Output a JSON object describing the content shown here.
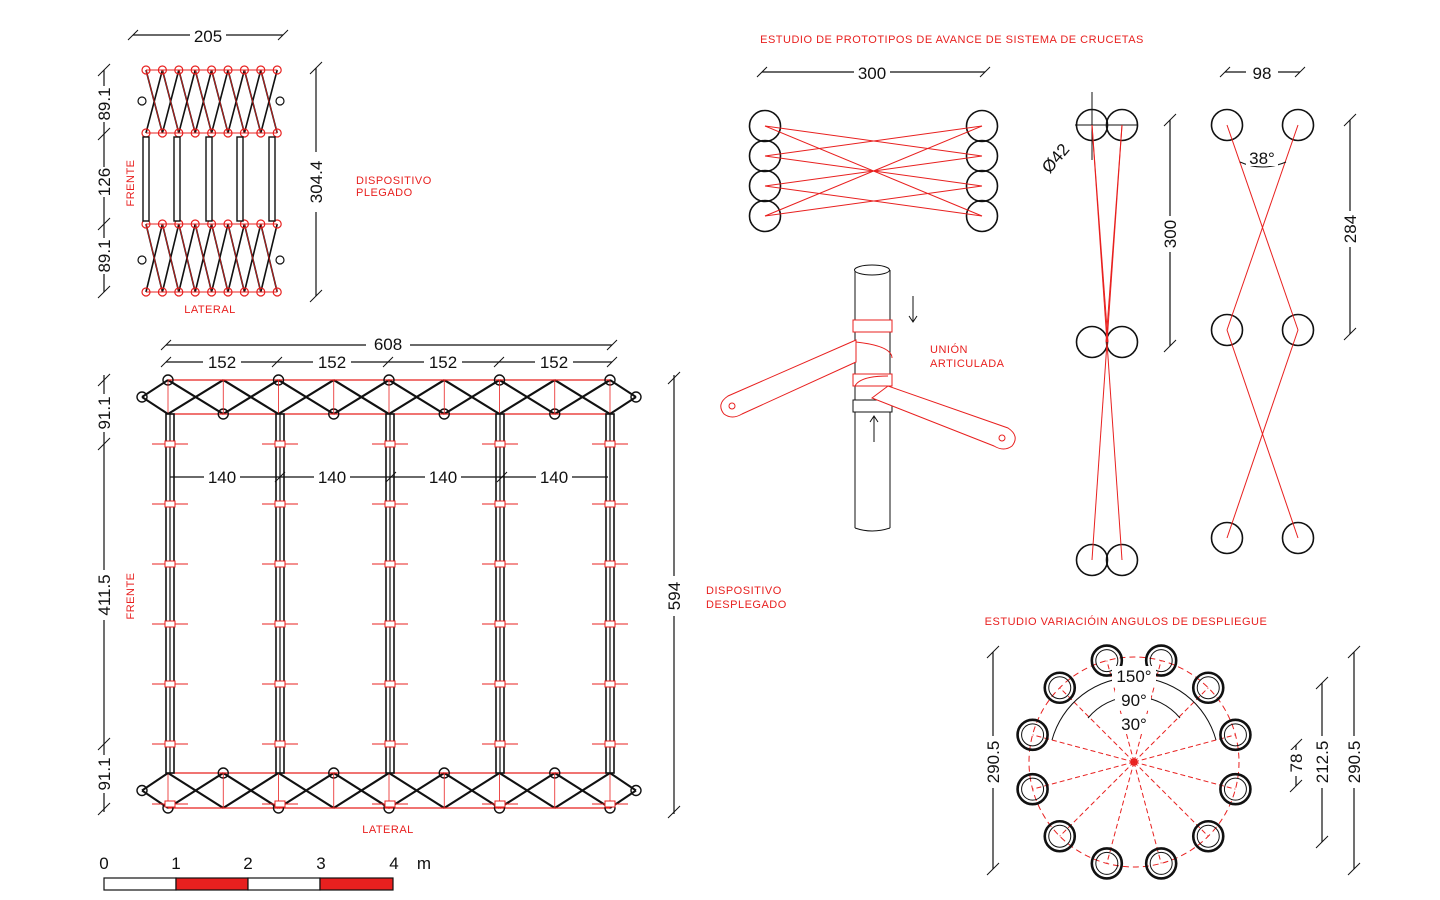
{
  "colors": {
    "red": "#e8201f",
    "black": "#111111"
  },
  "top_left": {
    "width": "205",
    "heights": [
      "89.1",
      "126",
      "89.1"
    ],
    "total_height": "304.4",
    "label_front": "FRENTE",
    "label_side": "LATERAL",
    "caption_1": "DISPOSITIVO",
    "caption_2": "PLEGADO"
  },
  "bottom_left": {
    "total_width": "608",
    "top_spans": [
      "152",
      "152",
      "152",
      "152"
    ],
    "inner_spans": [
      "140",
      "140",
      "140",
      "140"
    ],
    "heights": [
      "91.1",
      "411.5",
      "91.1"
    ],
    "total_height": "594",
    "label_front": "FRENTE",
    "label_side": "LATERAL",
    "caption_1": "DISPOSITIVO",
    "caption_2": "DESPLEGADO"
  },
  "scale_bar": {
    "ticks": [
      "0",
      "1",
      "2",
      "3",
      "4"
    ],
    "unit": "m"
  },
  "prototypes": {
    "title": "ESTUDIO DE PROTOTIPOS DE AVANCE DE SISTEMA DE CRUCETAS",
    "width_300": "300",
    "diameter": "Ø42",
    "height_300": "300",
    "width_98": "98",
    "angle_38": "38°",
    "height_284": "284"
  },
  "joint": {
    "label_1": "UNIÓN",
    "label_2": "ARTICULADA"
  },
  "angles_study": {
    "title": "ESTUDIO VARIACIÓIN ANGULOS DE DESPLIEGUE",
    "angle_150": "150°",
    "angle_90": "90°",
    "angle_30": "30°",
    "left_height": "290.5",
    "right_heights": [
      "78",
      "212.5",
      "290.5"
    ]
  }
}
